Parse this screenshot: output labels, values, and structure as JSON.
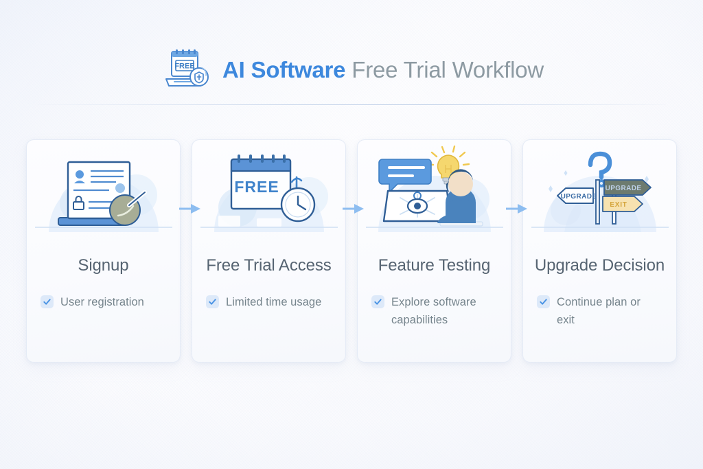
{
  "header": {
    "icon_name": "free-trial-laptop-badge-icon",
    "title_strong": "AI Software",
    "title_light": "Free Trial Workflow"
  },
  "colors": {
    "accent_blue": "#3d88dd",
    "title_gray": "#8d9aa2",
    "card_title": "#566472",
    "bullet_text": "#75848c",
    "check_blue": "#4a93e4",
    "check_badge_bg": "#dde9f9",
    "arrow_blue": "#8dbdf0",
    "illus_blue": "#4a8fd8",
    "illus_pale": "#dbe8f8",
    "page_bg": "#fbfbfd",
    "card_bg": "#fbfcfe",
    "lightbulb_yellow": "#f5d76e",
    "exit_sign": "#f7e2b0",
    "upgrade_sign_dark": "#6d7b6f"
  },
  "steps": [
    {
      "id": "signup",
      "illustration": "user-registration-form-icon",
      "title": "Signup",
      "bullets": [
        "User registration"
      ]
    },
    {
      "id": "free-trial-access",
      "illustration": "calendar-clock-free-icon",
      "title": "Free Trial Access",
      "bullets": [
        "Limited time usage"
      ],
      "illustration_label": "FREE"
    },
    {
      "id": "feature-testing",
      "illustration": "person-monitor-lightbulb-icon",
      "title": "Feature Testing",
      "bullets": [
        "Explore software capabilities"
      ]
    },
    {
      "id": "upgrade-decision",
      "illustration": "signpost-decision-icon",
      "title": "Upgrade Decision",
      "bullets": [
        "Continue plan or exit"
      ],
      "sign_labels": [
        "UPGRADE",
        "UPGRADE",
        "EXIT"
      ]
    }
  ],
  "connectors": [
    {
      "name": "arrow-signup-to-free-trial"
    },
    {
      "name": "arrow-free-trial-to-feature-testing"
    },
    {
      "name": "arrow-feature-testing-to-upgrade"
    }
  ]
}
